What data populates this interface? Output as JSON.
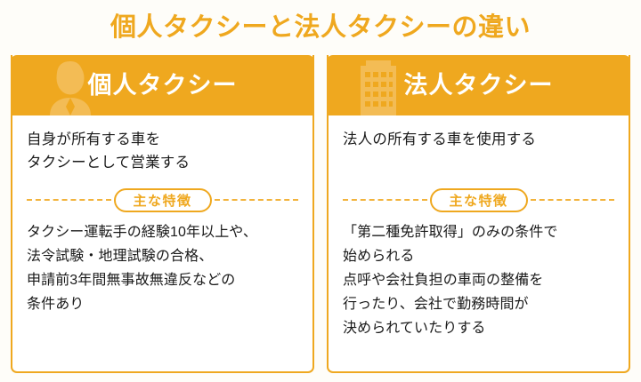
{
  "page": {
    "title": "個人タクシーと法人タクシーの違い",
    "background_color": "#fefdf9",
    "accent_color": "#efa81f",
    "text_color": "#1a1a1a"
  },
  "cards": [
    {
      "id": "personal-taxi",
      "header_title": "個人タクシー",
      "header_icon": "person-silhouette-icon",
      "summary_lines": [
        "自身が所有する車を",
        "タクシーとして営業する"
      ],
      "divider_label": "主な特徴",
      "feature_lines": [
        "タクシー運転手の経験10年以上や、",
        "法令試験・地理試験の合格、",
        "申請前3年間無事故無違反などの",
        "条件あり"
      ]
    },
    {
      "id": "corporate-taxi",
      "header_title": "法人タクシー",
      "header_icon": "building-silhouette-icon",
      "summary_lines": [
        "法人の所有する車を使用する"
      ],
      "divider_label": "主な特徴",
      "feature_lines": [
        "「第二種免許取得」のみの条件で",
        "始められる",
        "点呼や会社負担の車両の整備を",
        "行ったり、会社で勤務時間が",
        "決められていたりする"
      ]
    }
  ]
}
